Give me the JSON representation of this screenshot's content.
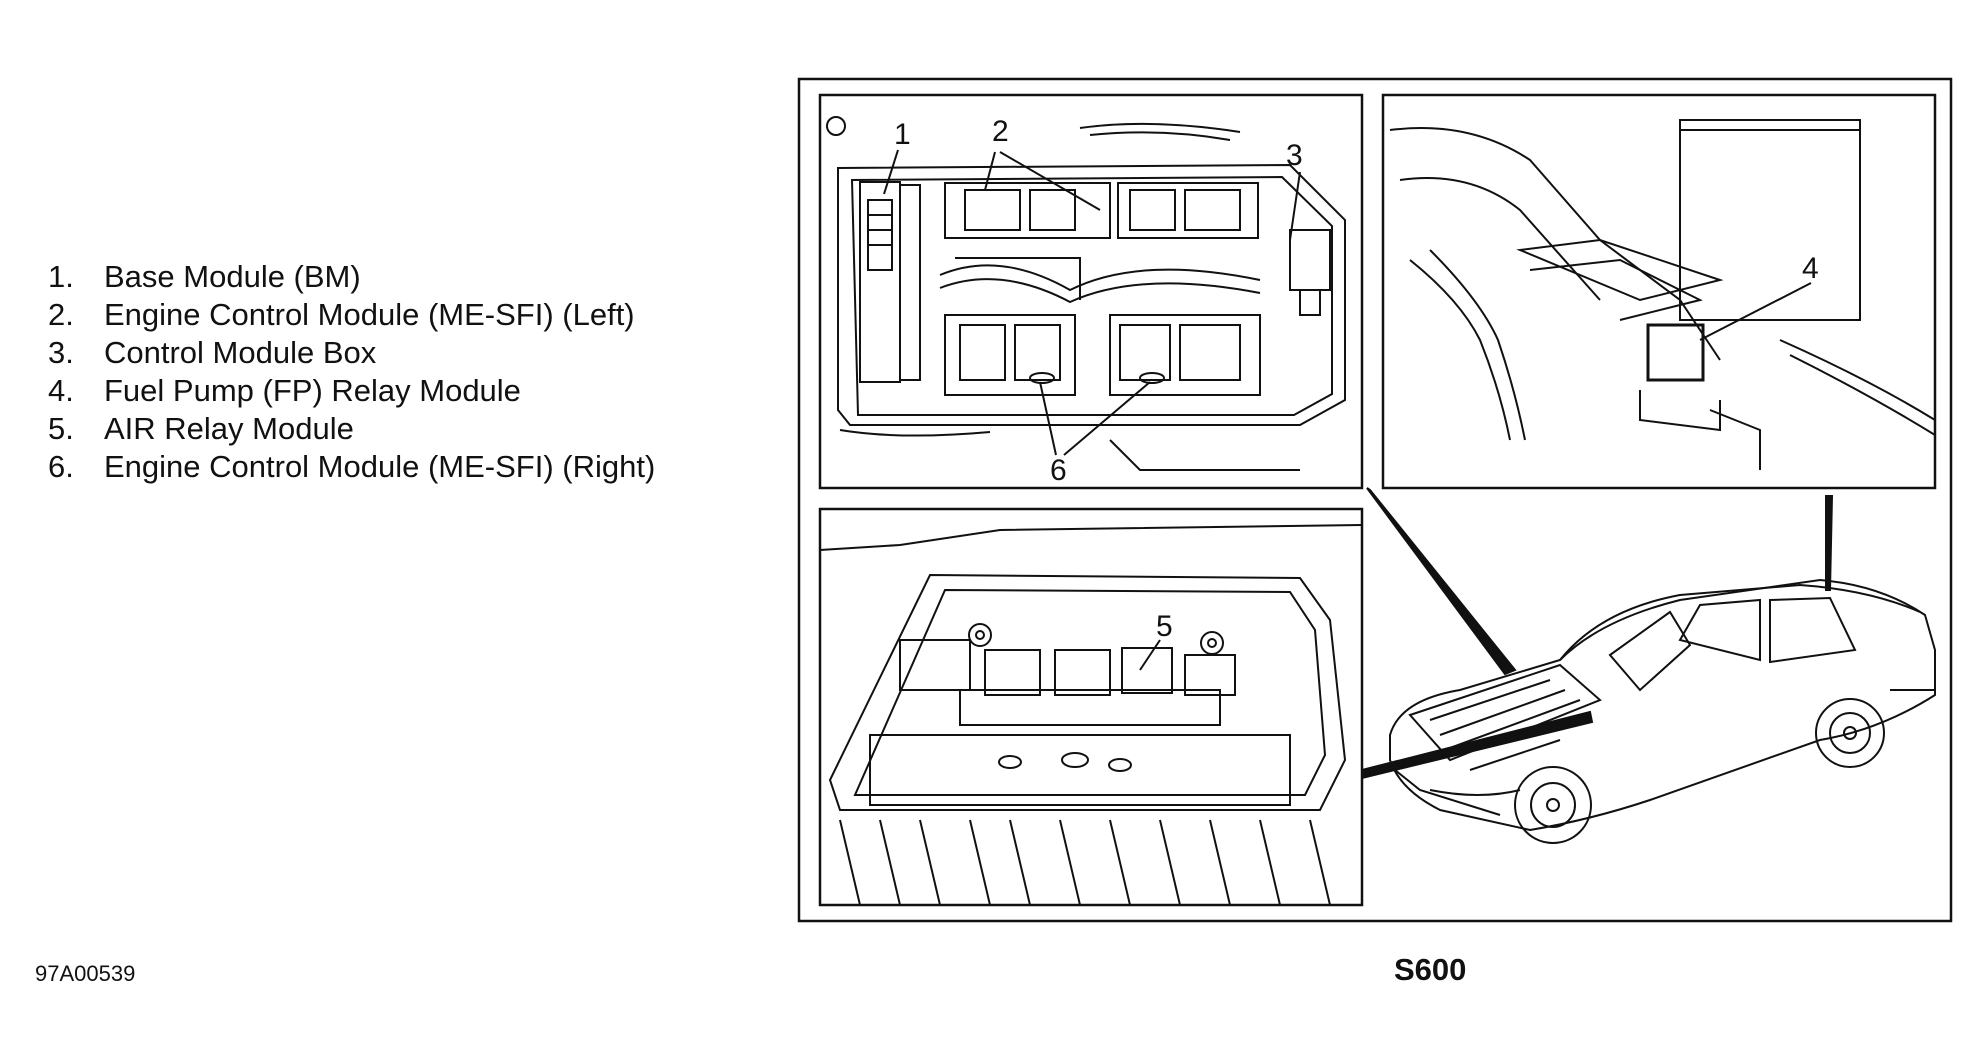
{
  "legend": [
    {
      "number": "1.",
      "label": "Base Module (BM)"
    },
    {
      "number": "2.",
      "label": "Engine Control Module (ME-SFI) (Left)"
    },
    {
      "number": "3.",
      "label": "Control Module Box"
    },
    {
      "number": "4.",
      "label": "Fuel Pump (FP) Relay Module"
    },
    {
      "number": "5.",
      "label": "AIR Relay Module"
    },
    {
      "number": "6.",
      "label": "Engine Control Module (ME-SFI) (Right)"
    }
  ],
  "callouts": {
    "c1": "1",
    "c2": "2",
    "c3": "3",
    "c4": "4",
    "c5": "5",
    "c6": "6"
  },
  "figure_code": "97A00539",
  "model": "S600"
}
